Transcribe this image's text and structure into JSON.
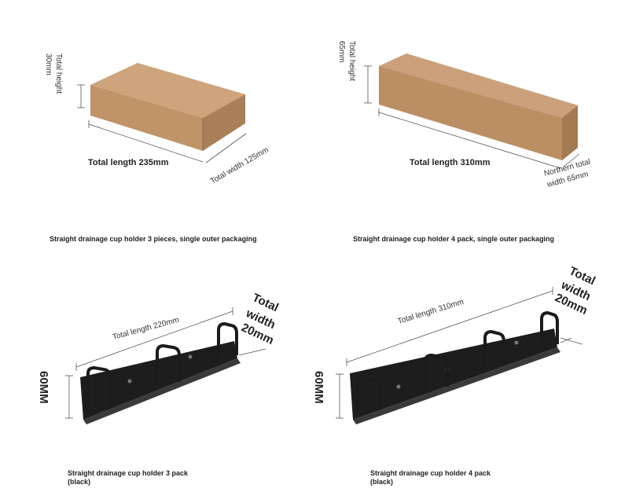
{
  "panels": {
    "box3": {
      "height_label": "Total height",
      "height_value": "30mm",
      "length_label": "Total length 235mm",
      "width_label": "Total width 125mm",
      "caption": "Straight drainage cup holder 3 pieces, single outer packaging"
    },
    "box4": {
      "height_label": "Total height",
      "height_value": "65mm",
      "length_label": "Total length 310mm",
      "width_label_1": "Northern total",
      "width_label_2": "width 65mm",
      "caption": "Straight drainage cup holder 4 pack, single outer packaging"
    },
    "holder3": {
      "height_label": "60MM",
      "length_label": "Total length 220mm",
      "width_label_1": "Total",
      "width_label_2": "width",
      "width_label_3": "20mm",
      "caption_1": "Straight drainage cup holder 3 pack",
      "caption_2": "(black)"
    },
    "holder4": {
      "height_label": "60MM",
      "length_label": "Total length 310mm",
      "width_label_1": "Total",
      "width_label_2": "width",
      "width_label_3": "20mm",
      "caption_1": "Straight drainage cup holder 4 pack",
      "caption_2": "(black)"
    }
  },
  "colors": {
    "cardboard_top": "#cda27a",
    "cardboard_front": "#b98d62",
    "cardboard_side": "#a67c55",
    "metal": "#1b1b1b"
  }
}
